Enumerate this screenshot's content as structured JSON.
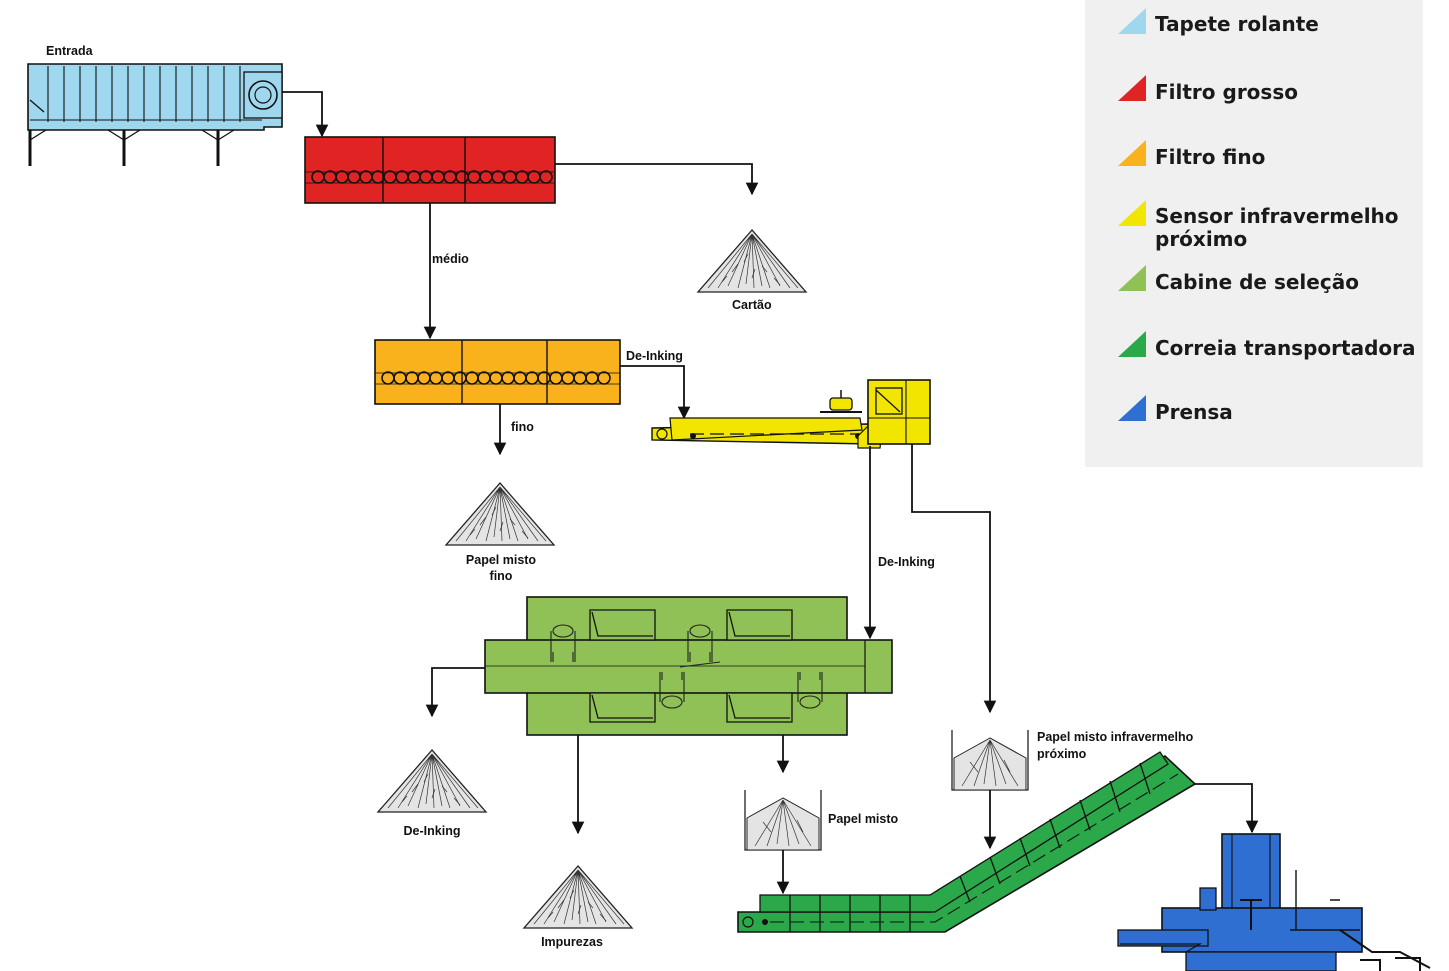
{
  "legend": {
    "items": [
      {
        "label": "Tapete rolante",
        "color": "#9fd7ef"
      },
      {
        "label": "Filtro grosso",
        "color": "#e02424"
      },
      {
        "label": "Filtro fino",
        "color": "#f9b21c"
      },
      {
        "label": "Sensor infravermelho próximo",
        "line1": "Sensor infravermelho",
        "line2": "próximo",
        "color": "#f2e600"
      },
      {
        "label": "Cabine de seleção",
        "color": "#8fc156"
      },
      {
        "label": "Correia transportadora",
        "color": "#2aa84a"
      },
      {
        "label": "Prensa",
        "color": "#2f6fd1"
      }
    ]
  },
  "labels": {
    "entrada": "Entrada",
    "medio": "médio",
    "cartao": "Cartão",
    "deinking_top": "De-Inking",
    "fino": "fino",
    "papel_misto_fino_1": "Papel misto",
    "papel_misto_fino_2": "fino",
    "deinking_mid": "De-Inking",
    "deinking_bottom": "De-Inking",
    "impurezas": "Impurezas",
    "papel_misto": "Papel misto",
    "nir_1": "Papel misto infravermelho",
    "nir_2": "próximo"
  },
  "colors": {
    "conveyor_blue": "#9fd7ef",
    "coarse_red": "#e02424",
    "fine_orange": "#f9b21c",
    "sensor_yellow": "#f2e600",
    "cabin_green": "#8fc156",
    "belt_green": "#2aa84a",
    "press_blue": "#2f6fd1",
    "pile_grey": "#e4e4e4"
  }
}
